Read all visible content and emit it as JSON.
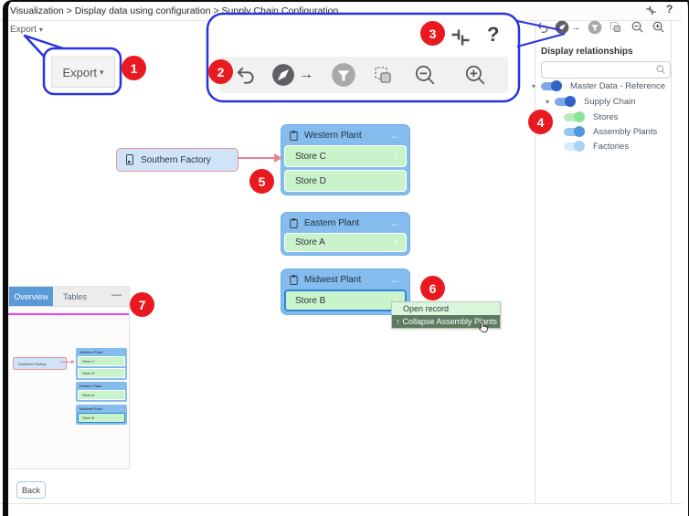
{
  "window": {
    "breadcrumb": "Visualization > Display data using configuration > Supply Chain Configuration"
  },
  "export_menu": {
    "label": "Export"
  },
  "topbar": {
    "help_label": "?"
  },
  "magnified": {
    "export_label": "Export",
    "help_label": "?"
  },
  "annotations": {
    "n1": "1",
    "n2": "2",
    "n3": "3",
    "n4": "4",
    "n5": "5",
    "n6": "6",
    "n7": "7"
  },
  "icons": {
    "caret_down": "▾",
    "tree_chevron": "▾",
    "arrow_right": "→",
    "left_arrow": "←",
    "up_arrow": "↑",
    "minimize": "—"
  },
  "toolbar_icon_names": [
    "undo",
    "navigate-compass",
    "filter",
    "duplicate",
    "zoom-out",
    "zoom-in",
    "exit-fullscreen",
    "help"
  ],
  "relationships_panel": {
    "title": "Display relationships",
    "search_value": "",
    "items": [
      {
        "label": "Master Data - Reference",
        "toggle_on": true,
        "style": "blue",
        "indent": 0,
        "has_chevron": true
      },
      {
        "label": "Supply Chain",
        "toggle_on": true,
        "style": "blue",
        "indent": 1,
        "has_chevron": true
      },
      {
        "label": "Stores",
        "toggle_on": true,
        "style": "green",
        "indent": 2,
        "has_chevron": false
      },
      {
        "label": "Assembly Plants",
        "toggle_on": true,
        "style": "medium-blue",
        "indent": 2,
        "has_chevron": false
      },
      {
        "label": "Factories",
        "toggle_on": true,
        "style": "light-blue",
        "indent": 2,
        "has_chevron": false
      }
    ]
  },
  "diagram": {
    "factory": {
      "label": "Southern Factory"
    },
    "groups": [
      {
        "title": "Western Plant",
        "stores": [
          {
            "label": "Store C",
            "arrow": true,
            "selected": false
          },
          {
            "label": "Store D",
            "arrow": false,
            "selected": false
          }
        ]
      },
      {
        "title": "Eastern Plant",
        "stores": [
          {
            "label": "Store A",
            "arrow": true,
            "selected": false
          }
        ]
      },
      {
        "title": "Midwest Plant",
        "stores": [
          {
            "label": "Store B",
            "arrow": true,
            "selected": true
          }
        ]
      }
    ]
  },
  "context_menu": {
    "items": [
      {
        "label": "Open record"
      },
      {
        "label": "Collapse Assembly Plants",
        "icon": "up-arrow"
      }
    ]
  },
  "overview_panel": {
    "tabs": [
      {
        "label": "Overview",
        "active": true
      },
      {
        "label": "Tables",
        "active": false
      }
    ]
  },
  "footer": {
    "back_label": "Back"
  },
  "colors": {
    "callout_blue": "#2b33dd",
    "annotation_red": "#e8191f",
    "group_header_blue": "#84bcee",
    "store_green": "#c9f4cb",
    "factory_fill": "#cfe4f8",
    "factory_border": "#e9959c",
    "link_arrow": "#f0828f",
    "selection_blue": "#2f86d6",
    "overview_line_magenta": "#ee3fe8",
    "menu_item_light": "#d9f6db",
    "menu_item_dark": "#5d7a60",
    "active_tab_blue": "#5b9ad8",
    "toggle_blue_track": "#7ea9e6",
    "toggle_blue_knob": "#2e62c4",
    "toggle_green_track": "#b9edbd",
    "toggle_light_blue_track": "#d9ebfa"
  }
}
